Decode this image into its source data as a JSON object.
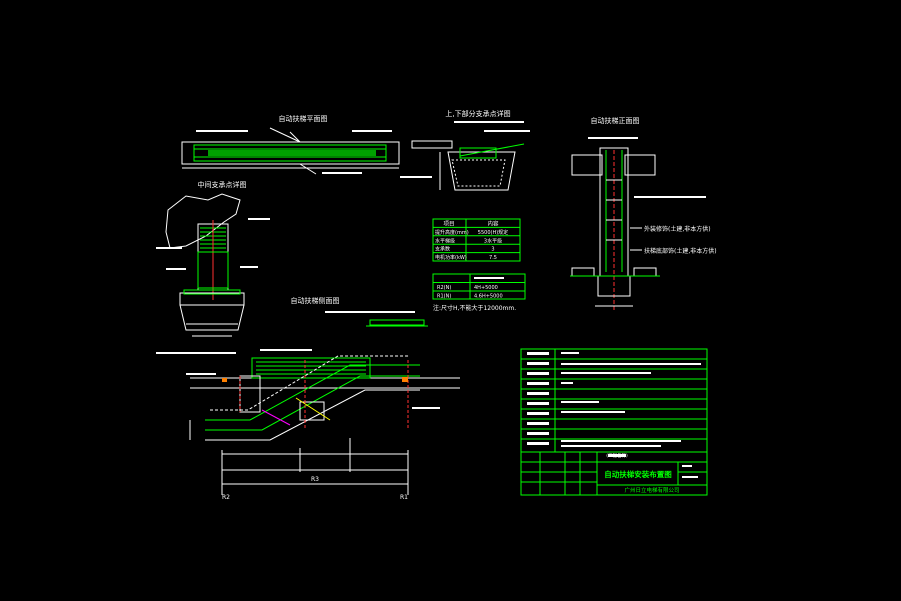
{
  "views": {
    "plan_title": "自动扶梯平面图",
    "upper_lower_support_title": "上,下部分支承点详图",
    "elevation_title": "自动扶梯正面图",
    "middle_support_title": "中间支承点详图",
    "side_title": "自动扶梯侧面图",
    "elevation_note_1": "外装修饰(土建,非本方供)",
    "elevation_note_2": "扶梯底部饰(土建,非本方供)"
  },
  "spec_table": {
    "header": [
      "项目",
      "内容"
    ],
    "rows": [
      [
        "提升高度(mm)",
        "5500(H)规定"
      ],
      [
        "水平梯级",
        "3水平级"
      ],
      [
        "支承数",
        "3"
      ],
      [
        "电机功率(kW)",
        "7.5"
      ]
    ]
  },
  "dim_table": {
    "rows": [
      [
        "R2(N)",
        "4H+5000"
      ],
      [
        "R1(N)",
        "4.6H+5000"
      ]
    ]
  },
  "note": "注:尺寸H,不能大于12000mm.",
  "dims": {
    "r3": "R3",
    "r2": "R2",
    "r1": "R1"
  },
  "title_block": {
    "stamp": "(工程名称)",
    "drawing_name": "自动扶梯安装布置图",
    "company": "广州日立电梯有限公司"
  },
  "colors": {
    "background": "#000000",
    "primary_line": "#00ff00",
    "text": "#ffffff",
    "accent_red": "#ff3030"
  }
}
